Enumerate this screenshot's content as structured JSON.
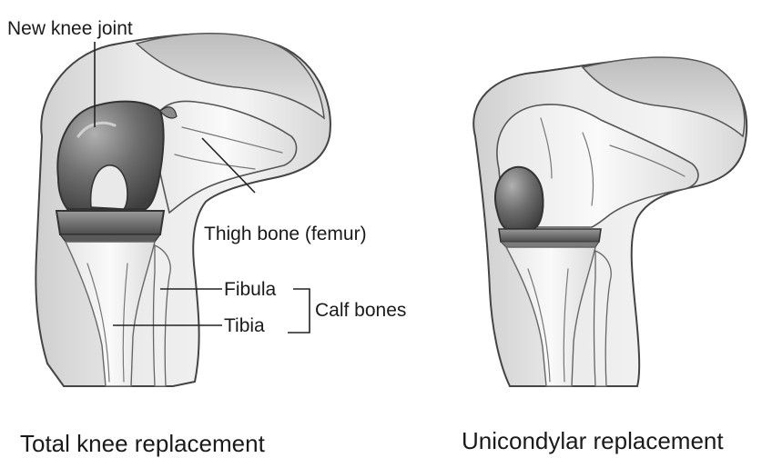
{
  "labels": {
    "new_knee_joint": "New knee joint",
    "thigh_bone": "Thigh bone (femur)",
    "fibula": "Fibula",
    "tibia": "Tibia",
    "calf_bones": "Calf bones"
  },
  "captions": {
    "total": "Total knee replacement",
    "unicondylar": "Unicondylar replacement"
  }
}
